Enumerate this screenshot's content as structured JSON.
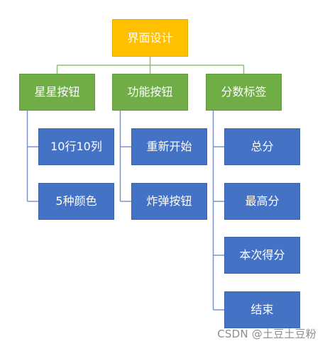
{
  "diagram": {
    "root": "界面设计",
    "branches": [
      {
        "label": "星星按钮",
        "children": [
          "10行10列",
          "5种颜色"
        ]
      },
      {
        "label": "功能按钮",
        "children": [
          "重新开始",
          "炸弹按钮"
        ]
      },
      {
        "label": "分数标签",
        "children": [
          "总分",
          "最高分",
          "本次得分",
          "结束"
        ]
      }
    ]
  },
  "watermark": "CSDN @土豆土豆粉",
  "colors": {
    "root": "#ffc000",
    "level1": "#70ad47",
    "level2": "#4472c4",
    "root_connector": "#8fbf73",
    "branch_connector": "#7b94c8"
  }
}
